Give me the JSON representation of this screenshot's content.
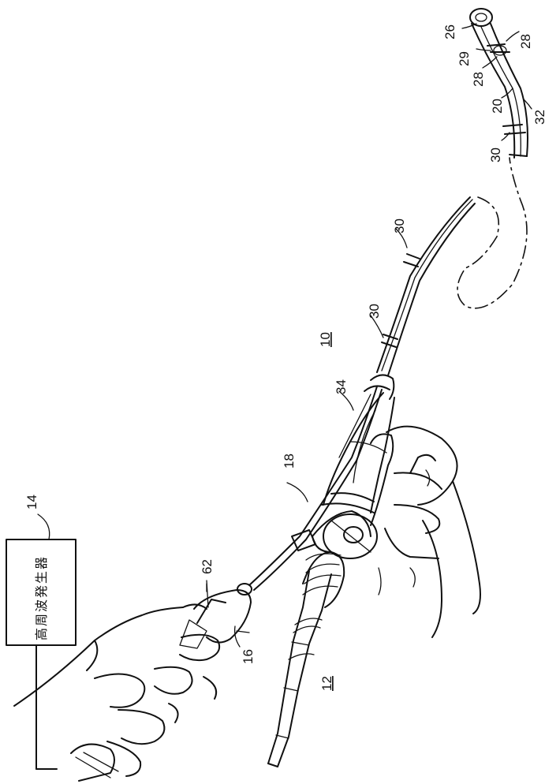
{
  "box_text": "高周波発生器",
  "labels": {
    "l26": "26",
    "l28a": "28",
    "l29": "29",
    "l28b": "28",
    "l20": "20",
    "l32": "32",
    "l30a": "30",
    "l30b": "30",
    "l30c": "30",
    "l10": "10",
    "l34": "34",
    "l18": "18",
    "l14": "14",
    "l62": "62",
    "l16": "16",
    "l12": "12"
  }
}
